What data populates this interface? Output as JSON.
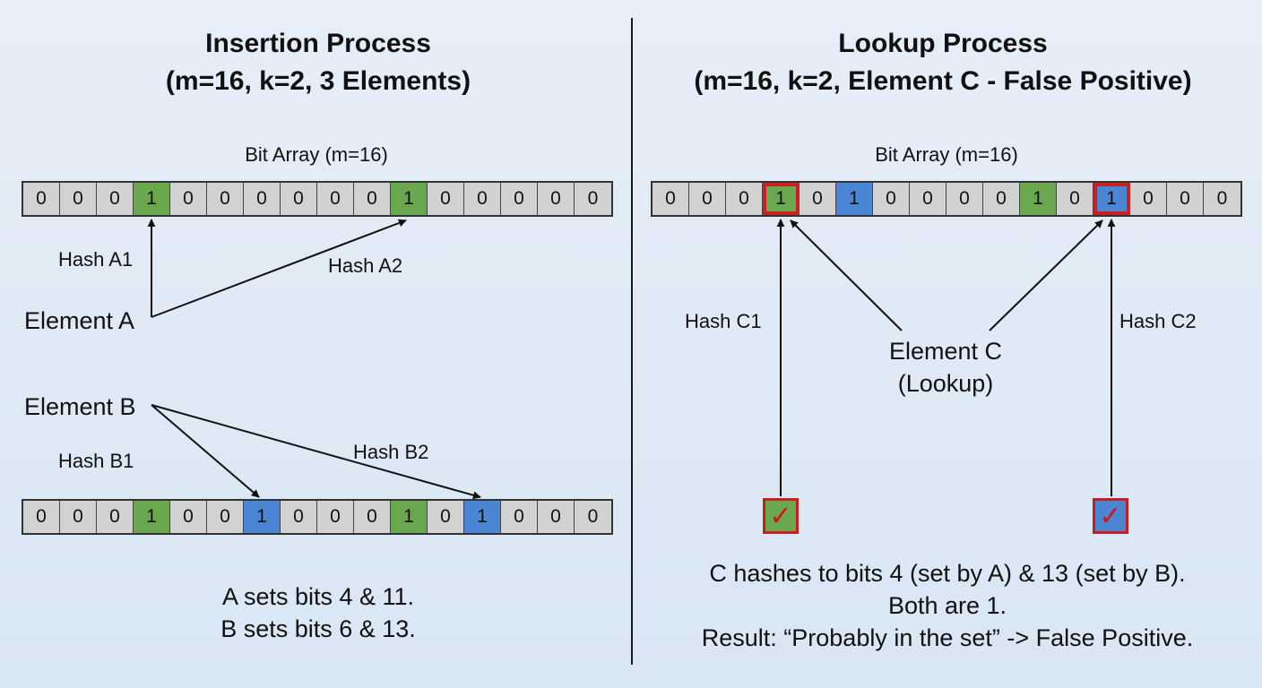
{
  "left": {
    "title_line1": "Insertion Process",
    "title_line2": "(m=16, k=2, 3 Elements)",
    "bit_array_label": "Bit Array (m=16)",
    "top_bits": [
      "0",
      "0",
      "0",
      "1",
      "0",
      "0",
      "0",
      "0",
      "0",
      "0",
      "1",
      "0",
      "0",
      "0",
      "0",
      "0"
    ],
    "top_colors": [
      "gray",
      "gray",
      "gray",
      "green",
      "gray",
      "gray",
      "gray",
      "gray",
      "gray",
      "gray",
      "green",
      "gray",
      "gray",
      "gray",
      "gray",
      "gray"
    ],
    "bottom_bits": [
      "0",
      "0",
      "0",
      "1",
      "0",
      "0",
      "1",
      "0",
      "0",
      "0",
      "1",
      "0",
      "1",
      "0",
      "0",
      "0"
    ],
    "bottom_colors": [
      "gray",
      "gray",
      "gray",
      "green",
      "gray",
      "gray",
      "blue",
      "gray",
      "gray",
      "gray",
      "green",
      "gray",
      "blue",
      "gray",
      "gray",
      "gray"
    ],
    "element_a": "Element A",
    "element_b": "Element B",
    "hash_a1": "Hash A1",
    "hash_a2": "Hash A2",
    "hash_b1": "Hash B1",
    "hash_b2": "Hash B2",
    "summary": [
      "A sets bits 4 & 11.",
      "B sets bits 6 & 13."
    ]
  },
  "right": {
    "title_line1": "Lookup Process",
    "title_line2": "(m=16, k=2, Element C - False Positive)",
    "bit_array_label": "Bit Array (m=16)",
    "bits": [
      "0",
      "0",
      "0",
      "1",
      "0",
      "1",
      "0",
      "0",
      "0",
      "0",
      "1",
      "0",
      "1",
      "0",
      "0",
      "0"
    ],
    "colors": [
      "gray",
      "gray",
      "gray",
      "green",
      "gray",
      "blue",
      "gray",
      "gray",
      "gray",
      "gray",
      "green",
      "gray",
      "blue",
      "gray",
      "gray",
      "gray"
    ],
    "highlighted": [
      3,
      12
    ],
    "element_c_line1": "Element C",
    "element_c_line2": "(Lookup)",
    "hash_c1": "Hash C1",
    "hash_c2": "Hash C2",
    "check_mark": "✓",
    "summary": [
      "C hashes to bits 4 (set by A) & 13 (set by B).",
      "Both are 1.",
      "Result: “Probably in the set” -> False Positive."
    ]
  },
  "colors": {
    "green": "#6aa84f",
    "blue": "#4a86d4",
    "gray": "#d2d2d2",
    "highlight_red": "#cc1f1f",
    "background": "#dfe9f5"
  }
}
